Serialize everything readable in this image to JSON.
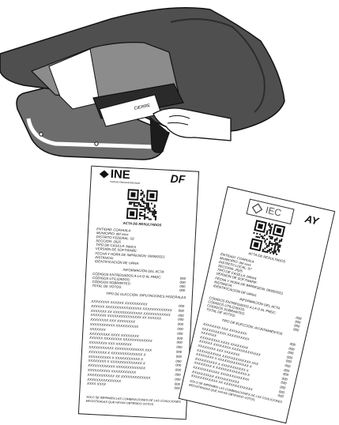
{
  "printer": {
    "slot_label": "CIERRE"
  },
  "ticket_df": {
    "logo": "INE",
    "institute": "Instituto Nacional Electoral",
    "code": "DF",
    "heading": "ACTA DE RESULTADOS",
    "fields": [
      "ENTIDAD: COAHUILA",
      "MUNICIPIO: del xxxx",
      "DISTRITO FEDERAL: 02",
      "SECCIÓN: 2625",
      "TIPO DE CASILLA: básica",
      "VERSIÓN DE SOFTWARE:",
      "FECHA Y HORA DE IMPRESION: 06/06/2021",
      "INSTANCIA:",
      "IDENTIFICACIÓN DE URNA:"
    ],
    "info_title": "INFORMACIÓN DEL ACTA",
    "counts": [
      {
        "label": "CÓDIGOS ENTREGADOS A LA O AL PMDC:",
        "value": "000"
      },
      {
        "label": "CÓDIGOS UTILIZADOS:",
        "value": "000"
      },
      {
        "label": "CÓDIGOS SOBRANTES:",
        "value": "000"
      },
      {
        "label": "TOTAL DE VOTOS:",
        "value": "000"
      }
    ],
    "election_type": "TIPO DE ELECCIÓN: DIPUTACIONES FEDERALES",
    "results": [
      {
        "label": "XXXXXXXX XXXXXX XXXXXXXXXX",
        "value": "000"
      },
      {
        "label": "XXXXXX XXXXXXXXXXXXXXXX XXXXXXXXXXXXX",
        "value": "000"
      },
      {
        "label": "XXXXXXX XX XXXXXXXXXXXXX XXXXXXXXXXXX",
        "value": "000"
      },
      {
        "label": "XXXXXXX XXXXXXXXXXXXXXX XX XXXXXX",
        "value": "000"
      },
      {
        "label": "XXXXXXXX XXX XXXXXXXX",
        "value": "000"
      },
      {
        "label": "XXXXXXXXXXX XXXXXXXXXX",
        "value": "000"
      },
      {
        "label": "XXXXXXX",
        "value": "000"
      },
      {
        "label": "XXXXXXXXX XXXX XXXXXXXX",
        "value": "000"
      },
      {
        "label": "XXXXXX XXXXXXXX XXXXXXXXXXXXX",
        "value": "000"
      },
      {
        "label": "XXXXXXXX XXX XXXXXXX",
        "value": "000"
      },
      {
        "label": "XXXXXXXXXXX XXXXXXXXXXXXX XXX",
        "value": "000"
      },
      {
        "label": "XXXXXXXX X XXXXXXXXXXXXXX X",
        "value": "000"
      },
      {
        "label": "XXXXXXXXXX X XXXXXXXXXXX X",
        "value": "000"
      },
      {
        "label": "XXXXXXXX X XXXXXXXXXXXXXX X",
        "value": "000"
      },
      {
        "label": "XXXXXXXXXXXX XXXXXXXXXXXXX",
        "value": "000"
      },
      {
        "label": "XXXXXXXXXX XXXXXXXXXXX",
        "value": "000"
      },
      {
        "label": "XXXXXXXXXXXX XX XXXXXXXXXXXXX",
        "value": "000"
      },
      {
        "label": "XXXXXXXXXXXXXXX",
        "value": "000"
      },
      {
        "label": "XXXX XXXX",
        "value": "000"
      }
    ],
    "footer": "SÓLO SE IMPRIMEN LAS COMBINACIONES DE LAS COALICIONES REGISTRADAS QUE HAYAN OBTENIDO VOTOS."
  },
  "ticket_ay": {
    "logo": "IEC",
    "code": "AY",
    "heading": "ACTA DE RESULTADOS",
    "fields": [
      "ENTIDAD: COAHUILA",
      "MUNICIPIO: del xxxx",
      "DISTRITO LOCAL: 07",
      "SECCIÓN: 2625",
      "TIPO DE CASILLA: básica",
      "VERSIÓN DE SOFTWARE:",
      "FECHA Y HORA DE IMPRESION: 06/06/2021",
      "INSTANCIA:",
      "IDENTIFICACIÓN DE URNA:"
    ],
    "info_title": "INFORMACIÓN DEL ACTA",
    "counts": [
      {
        "label": "CÓDIGOS ENTREGADOS A LA O AL PMDC:",
        "value": "000"
      },
      {
        "label": "CÓDIGOS UTILIZADOS:",
        "value": "000"
      },
      {
        "label": "CÓDIGOS SOBRANTES:",
        "value": "000"
      },
      {
        "label": "TOTAL DE VOTOS:",
        "value": "000"
      }
    ],
    "election_type": "TIPO DE ELECCIÓN: AYUNTAMIENTOS",
    "footer": "SÓLO SE IMPRIMEN LAS COMBINACIONES DE LAS COALICIONES REGISTRADAS QUE HAYAN OBTENIDO VOTOS."
  }
}
